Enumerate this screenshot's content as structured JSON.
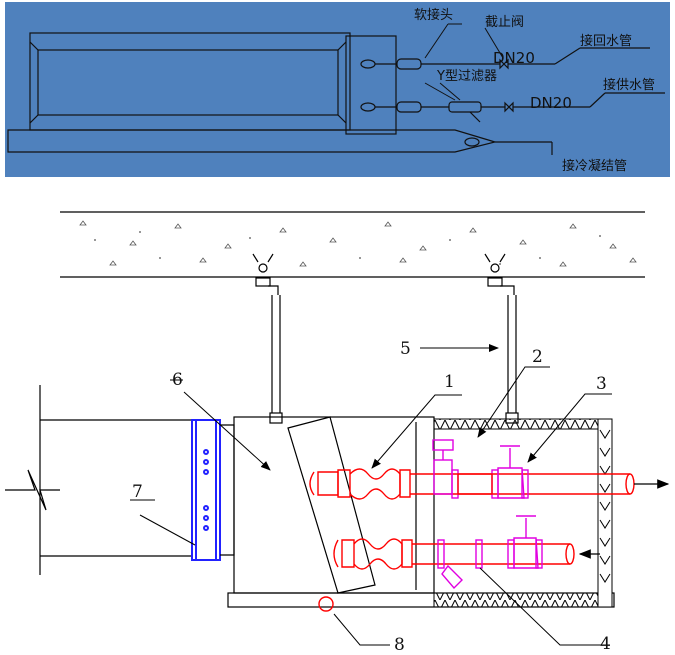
{
  "top_panel": {
    "background": "#4f81bd",
    "labels": {
      "soft_joint": "软接头",
      "stop_valve": "截止阀",
      "dn_return": "DN20",
      "return_pipe": "接回水管",
      "y_filter": "Y型过滤器",
      "dn_supply": "DN20",
      "supply_pipe": "接供水管",
      "condensate_pipe": "接冷凝结管"
    }
  },
  "bottom_diagram": {
    "callouts": [
      "1",
      "2",
      "3",
      "4",
      "5",
      "6",
      "7",
      "8"
    ],
    "colors": {
      "supply_pipe": "#ff0000",
      "valves": "#e000e0",
      "flex_connector": "#2222ff",
      "line": "#000000"
    }
  }
}
